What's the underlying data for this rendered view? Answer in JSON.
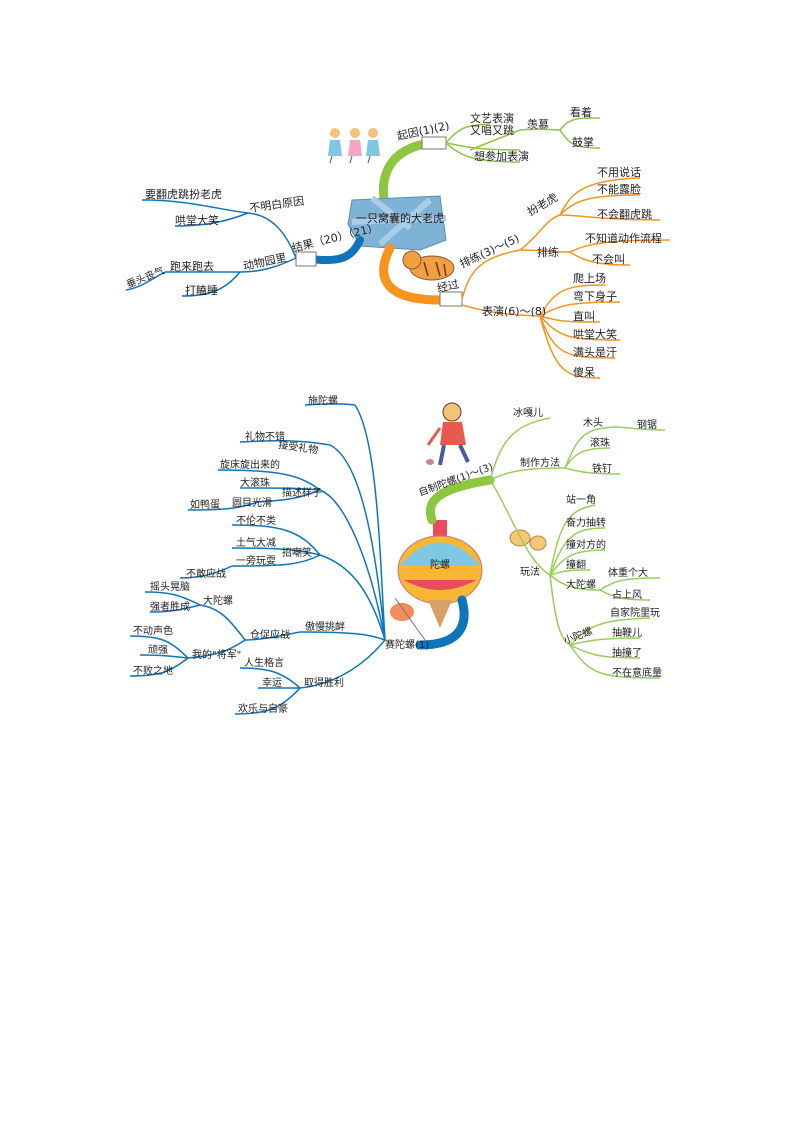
{
  "map1": {
    "center": "一只窝囊的大老虎",
    "branches": {
      "cause": {
        "label": "起因(1)(2)",
        "items": [
          "文艺表演",
          "又唱又跳",
          "想参加表演"
        ],
        "envy": "羡慕",
        "envy_items": [
          "看着",
          "鼓掌"
        ]
      },
      "process": {
        "label": "经过",
        "rehearsal": "排练(3)～(5)",
        "play_tiger": "扮老虎",
        "play_tiger_items": [
          "不用说话",
          "不能露脸",
          "不会翻虎跳"
        ],
        "practice": "排练",
        "practice_items": [
          "不知道动作流程",
          "不会叫"
        ],
        "performance": "表演(6)～(8)",
        "performance_items": [
          "爬上场",
          "弯下身子",
          "直叫",
          "哄堂大笑",
          "满头是汗",
          "傻呆"
        ]
      },
      "result": {
        "label": "结果（20）（21）",
        "unclear": "不明白原因",
        "unclear_items": [
          "要翻虎跳扮老虎",
          "哄堂大笑"
        ],
        "act": "动物园里",
        "act_items": [
          "跑来跑去",
          "打瞌睡"
        ],
        "extra": "垂头丧气"
      }
    }
  },
  "map2": {
    "top_label": "陀螺",
    "left_root": "赛陀螺(1)",
    "right_root": "自制陀螺(1)～(3)",
    "top_left": "施陀螺",
    "gift": "接受礼物",
    "gift_items": [
      "礼物不错"
    ],
    "describe": "描述样子",
    "describe_items": [
      "旋床旋出来的",
      "大滚珠",
      "圆目光滑",
      "如鸭蛋"
    ],
    "mock": "招嘲笑",
    "mock_items": [
      "不伦不类",
      "土气大减",
      "一旁玩耍",
      "不敢应战"
    ],
    "battle": "傲慢挑衅",
    "accept": "仓促应战",
    "big_top": "大陀螺",
    "big_top_items": [
      "摇头晃脑",
      "强者胜成"
    ],
    "mine": "我的\"将军\"",
    "mine_items": [
      "不动声色",
      "顽强",
      "不败之地"
    ],
    "win": "取得胜利",
    "win_items": [
      "人生格言",
      "幸运",
      "欢乐与自豪"
    ],
    "ice": "冰嘎儿",
    "make": "制作方法",
    "make_items": [
      "木头",
      "滚珠",
      "铁钉"
    ],
    "make_extra": "钢锯",
    "play": "玩法",
    "play_items": [
      "站一角",
      "奋力抽转",
      "撞对方的",
      "撞翻"
    ],
    "big": "大陀螺",
    "big_items": [
      "体重个大",
      "占上风"
    ],
    "small": "小陀螺",
    "small_items": [
      "自家院里玩",
      "抽鞭儿",
      "抽撞了",
      "不在意底量"
    ]
  },
  "colors": {
    "green": "#8dc63f",
    "orange": "#f7941d",
    "blue": "#0e75bb",
    "lightgreen": "#9acd5a",
    "brown": "#8b5a2b"
  }
}
